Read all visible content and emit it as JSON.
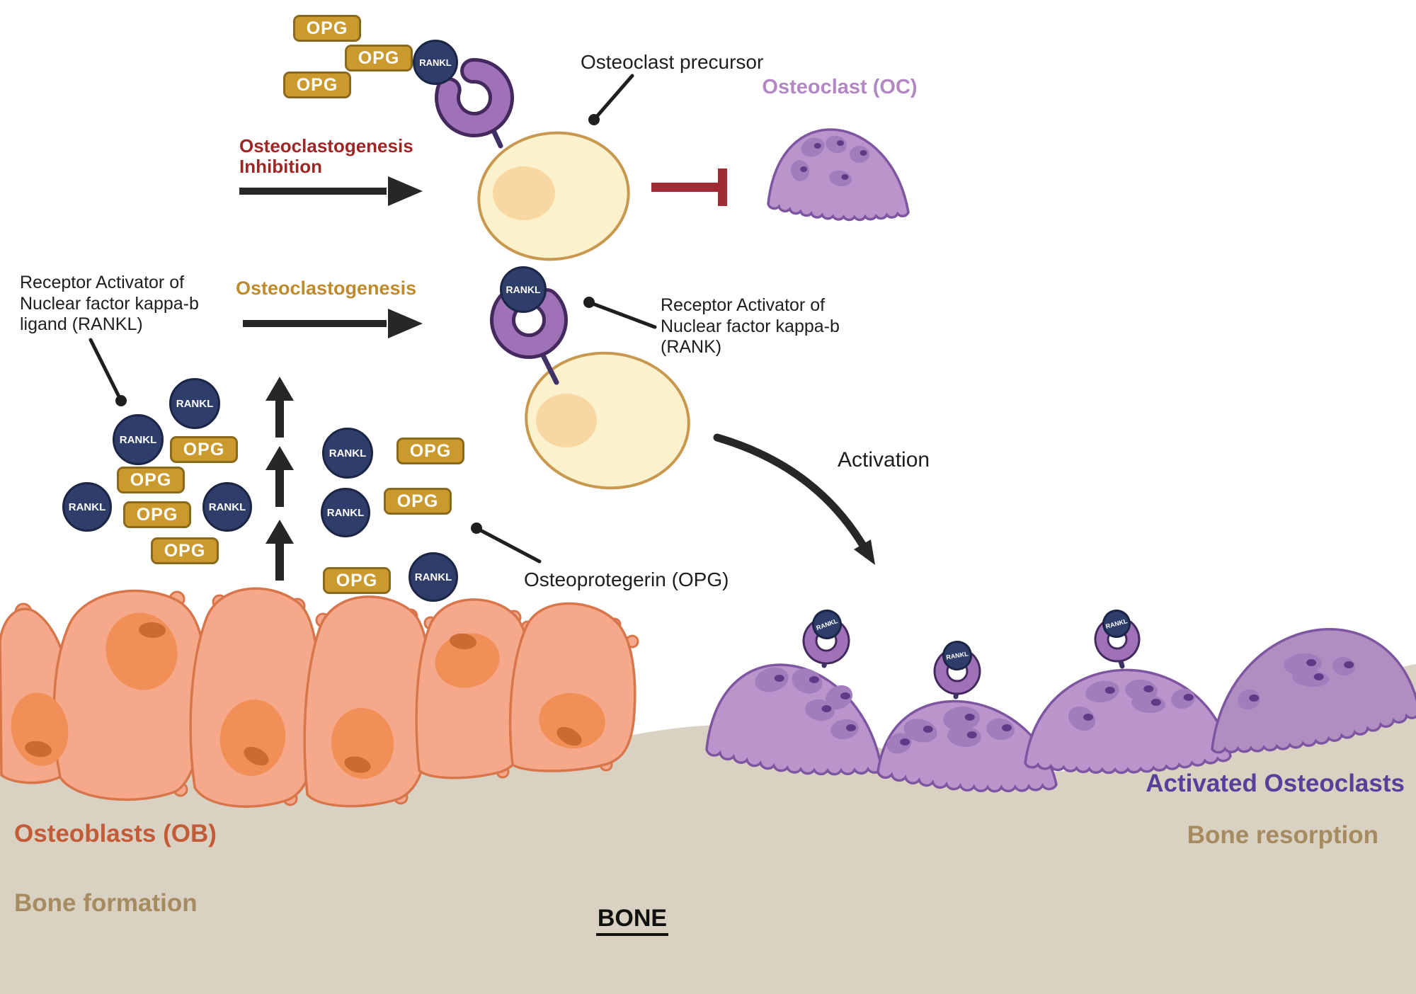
{
  "title": "RANKL / RANK / OPG osteoclastogenesis diagram",
  "labels": {
    "osteoclast_precursor": "Osteoclast precursor",
    "osteoclast_oc": "Osteoclast (OC)",
    "inhibition_l1": "Osteoclastogenesis",
    "inhibition_l2": "Inhibition",
    "osteoclastogenesis": "Osteoclastogenesis",
    "rankl_l1": "Receptor Activator of",
    "rankl_l2": "Nuclear factor kappa-b",
    "rankl_l3": "ligand (RANKL)",
    "rank_l1": "Receptor Activator of",
    "rank_l2": "Nuclear factor kappa-b",
    "rank_l3": "(RANK)",
    "opg_full": "Osteoprotegerin (OPG)",
    "activation": "Activation",
    "osteoblasts": "Osteoblasts (OB)",
    "bone_formation": "Bone formation",
    "activated_osteoclasts": "Activated Osteoclasts",
    "bone_resorption": "Bone resorption",
    "bone": "BONE"
  },
  "molecules": {
    "opg": "OPG",
    "rankl": "RANKL"
  },
  "colors": {
    "opg_fill": "#CB9A2F",
    "opg_border": "#8A691E",
    "rankl_fill": "#2E3D69",
    "rankl_border": "#1B2546",
    "receptor_fill": "#9F72B8",
    "receptor_outline": "#44295F",
    "receptor_stem": "#3F3266",
    "precursor_fill": "#FBF2CD",
    "precursor_border": "#C9984F",
    "precursor_nucleus": "#F8D7A2",
    "osteoclast_fill": "#B995CB",
    "osteoclast_fill_alt": "#B18EC2",
    "osteoclast_border": "#7E55A0",
    "osteoclast_nucleus": "#A27DBC",
    "osteoclast_nucleolus": "#5F3A86",
    "osteoblast_fill": "#F6A88A",
    "osteoblast_border": "#D8764B",
    "osteoblast_nucleus": "#F08F58",
    "osteoblast_nucleolus": "#C96B33",
    "bone_fill": "#D9D2C3",
    "arrow_black": "#272727",
    "inhibit_red_text": "#9D2626",
    "tbar_red": "#A12B35",
    "gold_text": "#BE8A2B",
    "oc_title_purple": "#B287C3",
    "activated_purple": "#56409A",
    "tan_text": "#A78B60",
    "ob_orange": "#C25B38"
  }
}
